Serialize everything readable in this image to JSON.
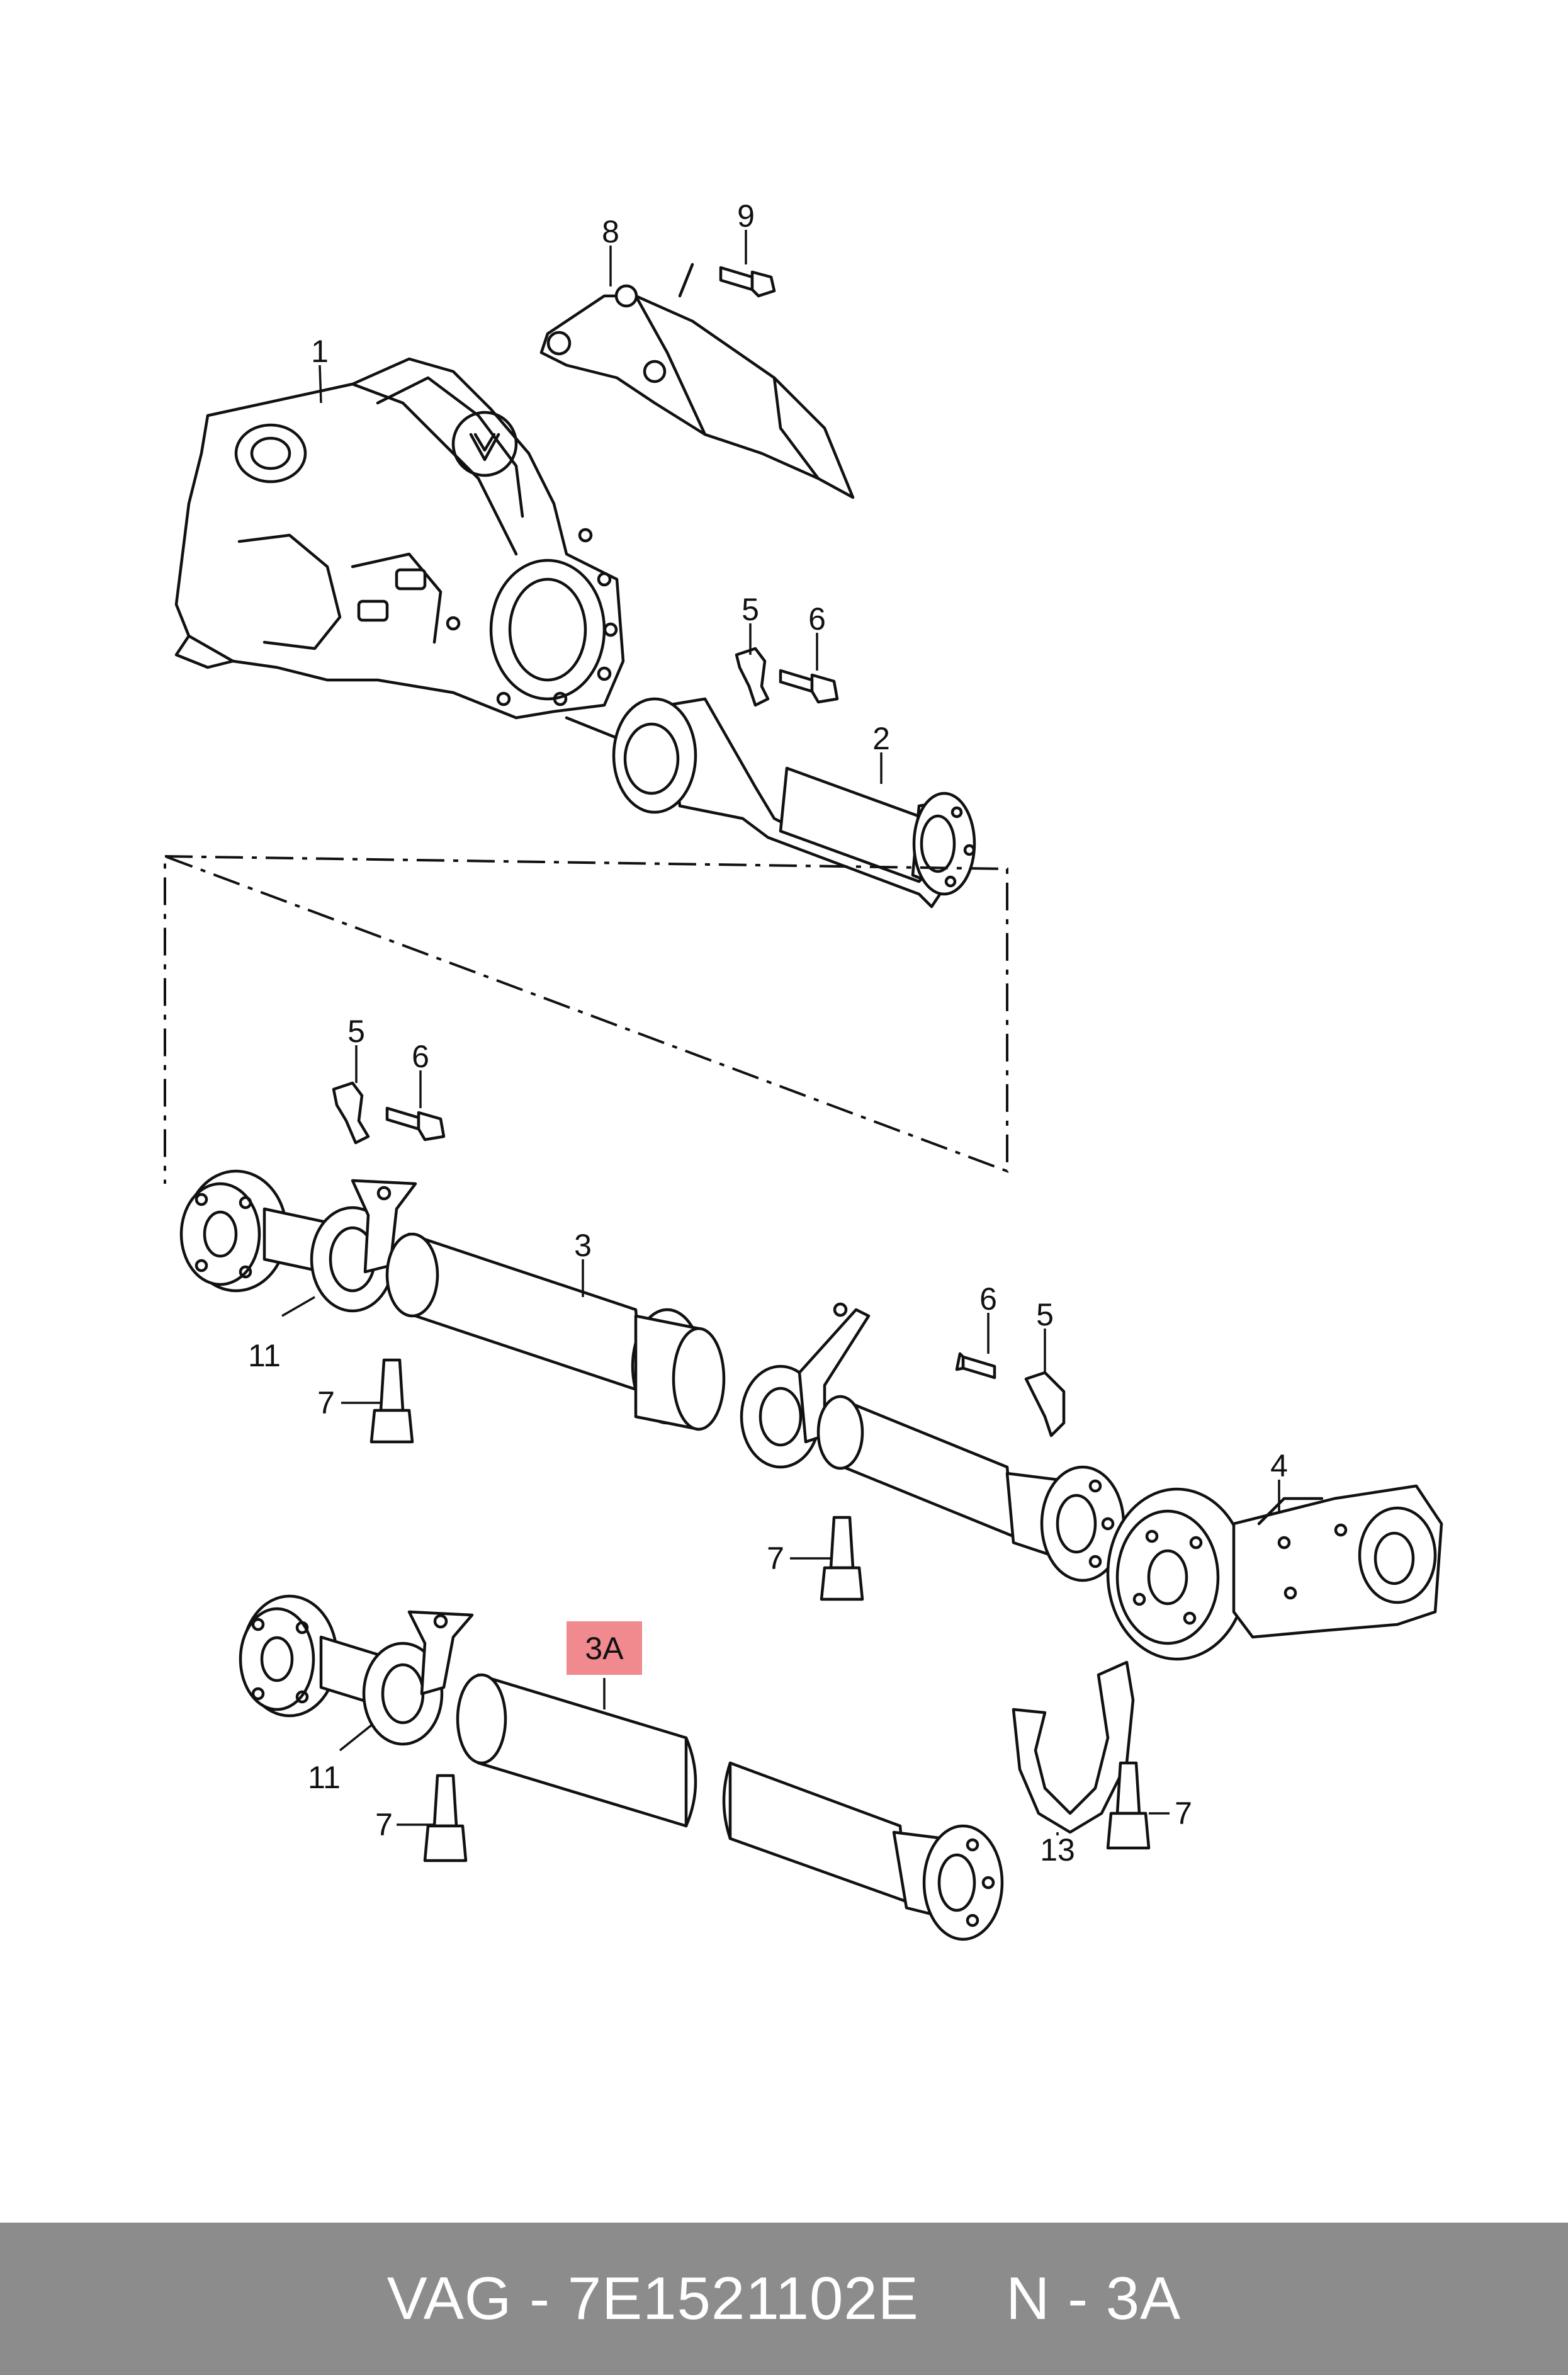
{
  "callouts": {
    "c1": "1",
    "c2": "2",
    "c3": "3",
    "c3a": "3A",
    "c4": "4",
    "c5a": "5",
    "c5b": "5",
    "c5c": "5",
    "c6a": "6",
    "c6b": "6",
    "c6c": "6",
    "c7a": "7",
    "c7b": "7",
    "c7c": "7",
    "c7d": "7",
    "c8": "8",
    "c9": "9",
    "c11a": "11",
    "c11b": "11",
    "c13": "13"
  },
  "highlight_color": "#f08a8f",
  "footer": {
    "brand": "VAG",
    "part_number": "7E1521102E",
    "position": "N - 3A",
    "text": "VAG - 7E1521102E     N - 3A",
    "background": "#8c8c8c"
  }
}
